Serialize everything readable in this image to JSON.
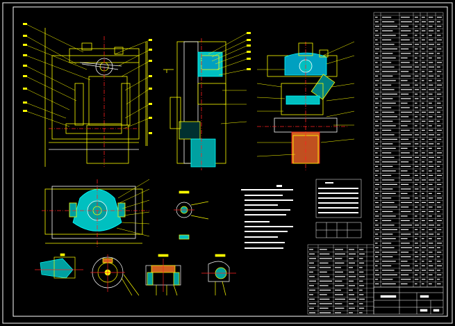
{
  "colors": {
    "background": "#000000",
    "frame": "#ffffff",
    "outline": "#ffff00",
    "section_fill": "#00c0c0",
    "hatch": "#00ffff",
    "leader": "#ffff00",
    "accent_red": "#ff2020",
    "accent_magenta": "#ff00ff",
    "note_text": "#ffffff"
  },
  "drawing": {
    "kind": "cad-assembly-drawing",
    "views": [
      "front-view",
      "side-section-view",
      "front-section-view",
      "top-view",
      "small-detail-view",
      "detail-views-row"
    ],
    "text_blocks": [
      "technical-notes",
      "parts-list",
      "title-block",
      "specification-table"
    ]
  }
}
